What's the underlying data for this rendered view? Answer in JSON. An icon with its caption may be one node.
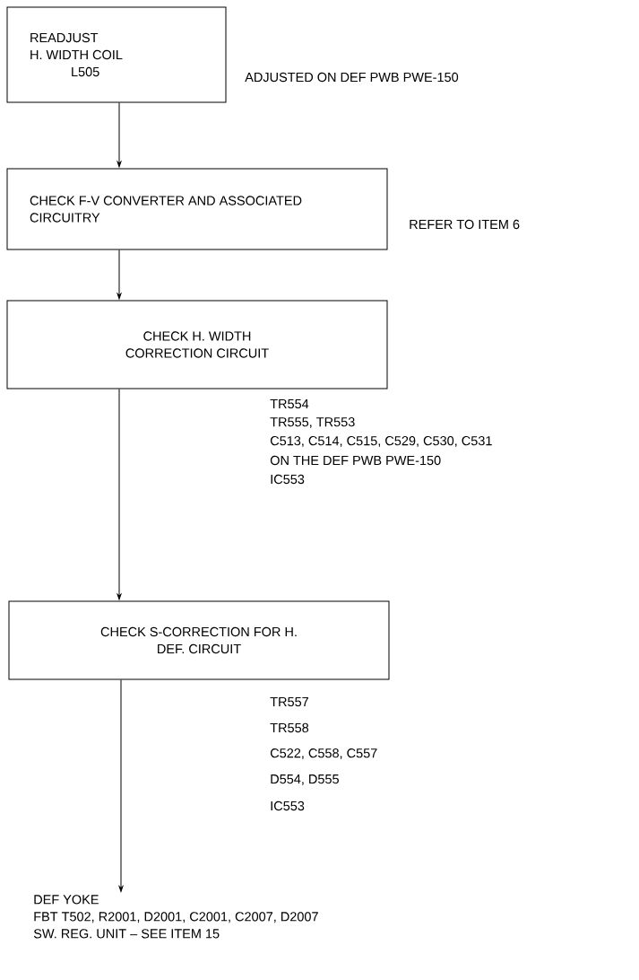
{
  "diagram": {
    "nodes": [
      {
        "text": [
          "READJUST",
          "H. WIDTH COIL",
          "L505"
        ],
        "beside": [
          "ADJUSTED ON DEF PWB PWE-150"
        ]
      },
      {
        "text": [
          "CHECK F-V CONVERTER AND ASSOCIATED CIRCUITRY"
        ],
        "beside": [
          "REFER TO ITEM 6"
        ]
      },
      {
        "text": [
          "CHECK H. WIDTH CORRECTION CIRCUIT"
        ],
        "beside": [
          "TR554",
          "TR555, TR553",
          "C513, C514, C515, C529, C530, C531",
          "ON THE DEF PWB PWE-150",
          "IC553"
        ]
      },
      {
        "text": [
          "CHECK S-CORRECTION FOR H. DEF. CIRCUIT"
        ],
        "beside": [
          "TR557",
          "TR558",
          "C522, C558, C557",
          "D554, D555",
          "IC553"
        ]
      },
      {
        "text": [
          "DEF YOKE",
          "FBT T502, R2001, D2001, C2001, C2007, D2007",
          "SW. REG. UNIT – SEE ITEM 15"
        ]
      }
    ],
    "edges": [
      {
        "from": 0,
        "to": 1,
        "arrow": "to"
      },
      {
        "from": 1,
        "to": 2,
        "arrow": "to"
      },
      {
        "from": 2,
        "to": 3,
        "arrow": "to"
      },
      {
        "from": 3,
        "to": 4,
        "arrow": "to"
      }
    ]
  }
}
